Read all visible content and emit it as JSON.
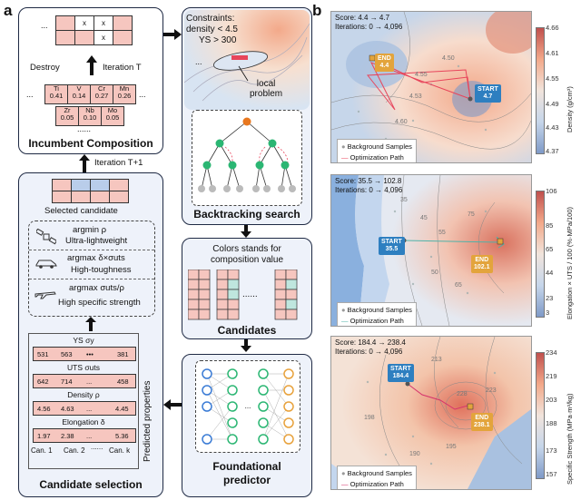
{
  "panel_a": {
    "letter": "a",
    "incumbent": {
      "title": "Incumbent Composition",
      "destroy_label": "Destroy",
      "iteration_t_label": "Iteration T",
      "marks": [
        "x",
        "x",
        "x"
      ],
      "row1": [
        "Ti\n0.41",
        "V\n0.14",
        "Cr\n0.27",
        "Mn\n0.26"
      ],
      "row2": [
        "Zr\n0.05",
        "Nb\n0.10",
        "Mo\n0.05"
      ],
      "dots_top": "...",
      "dots_row1_left": "...",
      "dots_row1_right": "...",
      "dots_bottom": "......"
    },
    "iteration_t1_label": "Iteration T+1",
    "backtracking": {
      "title": "Backtracking search",
      "constraint_1": "Constraints:",
      "constraint_2": "density < 4.5",
      "constraint_3": "YS > 300",
      "local_problem": "local\nproblem",
      "dots": "..."
    },
    "candidates": {
      "title": "Candidates",
      "note": "Colors stands for\ncomposition value",
      "dots": "......"
    },
    "predictor": {
      "title": "Foundational\npredictor"
    },
    "selection": {
      "title": "Candidate selection",
      "selected_label": "Selected  candidate",
      "objectives": [
        {
          "formula": "argmin ρ",
          "label": "Ultra-lightweight",
          "icon": "satellite-icon"
        },
        {
          "formula": "argmax δ×σuts",
          "label": "High-toughness",
          "icon": "car-icon"
        },
        {
          "formula": "argmax σuts/ρ",
          "label": "High specific strength",
          "icon": "airplane-icon"
        }
      ],
      "predicted_properties_label": "Predicted properties",
      "properties": [
        {
          "name": "YS σy",
          "values": [
            "531",
            "563",
            "•••",
            "381"
          ]
        },
        {
          "name": "UTS σuts",
          "values": [
            "642",
            "714",
            "...",
            "458"
          ]
        },
        {
          "name": "Density ρ",
          "values": [
            "4.56",
            "4.63",
            "...",
            "4.45"
          ]
        },
        {
          "name": "Elongation δ",
          "values": [
            "1.97",
            "2.38",
            "...",
            "5.36"
          ]
        }
      ],
      "candidate_labels": [
        "Can. 1",
        "Can. 2",
        "Can. k"
      ],
      "candidate_dots": "......"
    }
  },
  "panel_b": {
    "letter": "b",
    "plots": [
      {
        "score": "Score: 4.4 → 4.7",
        "iterations": "Iterations: 0 → 4,096",
        "start_label": "START",
        "start_value": "4.7",
        "end_label": "END",
        "end_value": "4.4",
        "legend_bg": "Background Samples",
        "legend_path": "Optimization Path",
        "cbar_title": "Density (g/cm³)",
        "cbar_ticks": [
          "4.66",
          "4.61",
          "4.55",
          "4.49",
          "4.43",
          "4.37"
        ],
        "contour_labels": [
          "4.55",
          "4.53",
          "4.50",
          "4.60"
        ],
        "path_color": "#e8455b",
        "start_color": "#2e7fc0",
        "end_color": "#e3a43c"
      },
      {
        "score": "Score: 35.5 → 102.8",
        "iterations": "Iterations: 0 → 4,096",
        "start_label": "START",
        "start_value": "35.5",
        "end_label": "END",
        "end_value": "102.1",
        "legend_bg": "Background Samples",
        "legend_path": "Optimization Path",
        "cbar_title": "Elongation × UTS / 100 (%·MPa/100)",
        "cbar_ticks": [
          "106",
          "85",
          "65",
          "44",
          "23",
          "3"
        ],
        "contour_labels": [
          "35",
          "45",
          "55",
          "50",
          "65",
          "75"
        ],
        "path_color": "#4fb3a9",
        "start_color": "#2e7fc0",
        "end_color": "#e3a43c"
      },
      {
        "score": "Score: 184.4 → 238.4",
        "iterations": "Iterations: 0 → 4,096",
        "start_label": "START",
        "start_value": "184.4",
        "end_label": "END",
        "end_value": "238.1",
        "legend_bg": "Background Samples",
        "legend_path": "Optimization Path",
        "cbar_title": "Specific Strength (MPa·m³/kg)",
        "cbar_ticks": [
          "234",
          "219",
          "203",
          "188",
          "173",
          "157"
        ],
        "contour_labels": [
          "213",
          "198",
          "228",
          "223",
          "195",
          "190"
        ],
        "path_color": "#d6336c",
        "start_color": "#2e7fc0",
        "end_color": "#e3a43c"
      }
    ]
  }
}
